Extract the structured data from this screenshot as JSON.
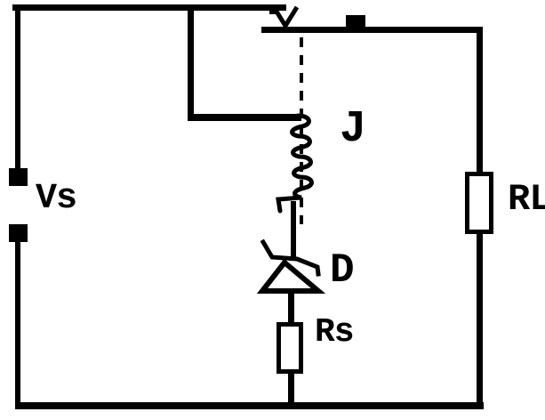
{
  "diagram": {
    "type": "circuit-schematic",
    "background": "#ffffff",
    "ink_color": "#000000",
    "labels": {
      "source": "Vs",
      "coil": "J",
      "diode": "D",
      "series_resistor": "Rs",
      "load_resistor": "RL"
    },
    "components": {
      "source": "voltage-source-terminals",
      "coil": "relay-coil-inductor",
      "switch": "relay-contact-normally-open",
      "diode": "diode-cathode-up",
      "series_resistor": "resistor-box",
      "load_resistor": "resistor-box",
      "link": "dashed-mechanical-linkage"
    }
  }
}
